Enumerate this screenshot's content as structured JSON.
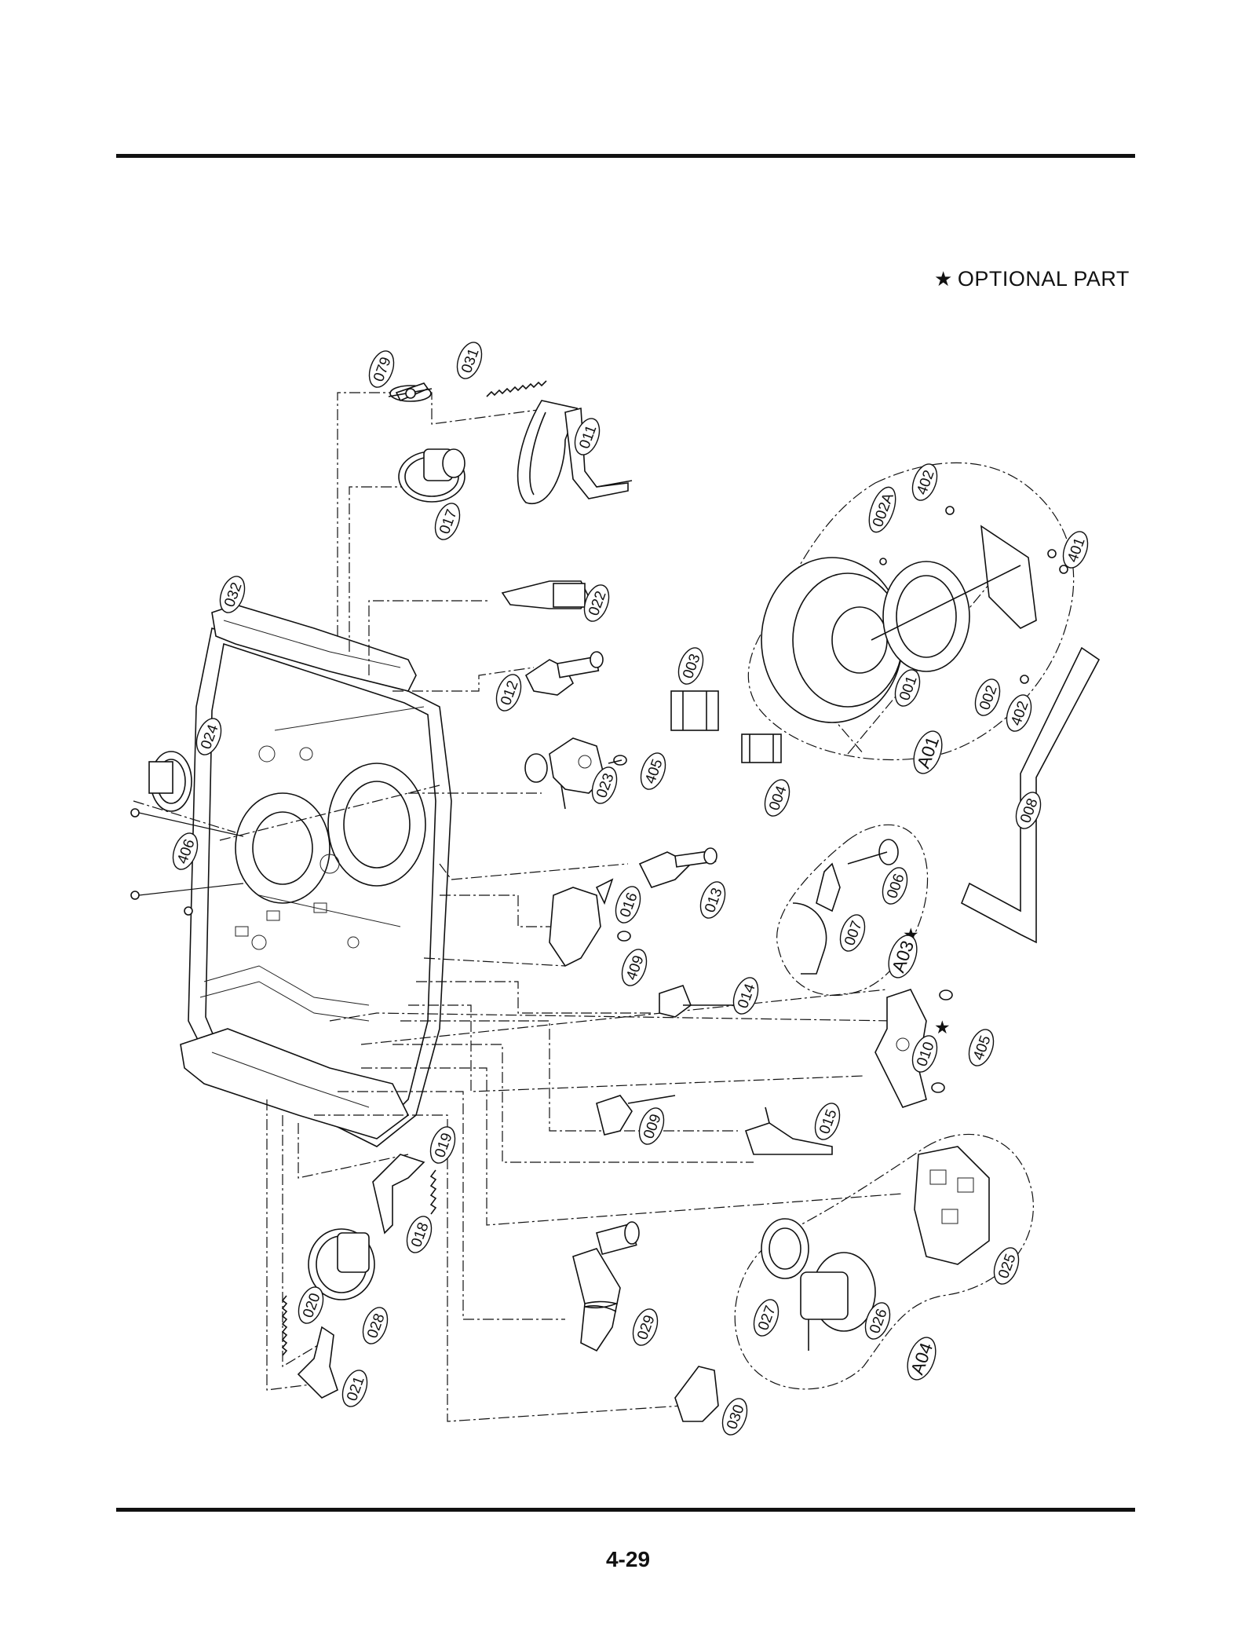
{
  "document": {
    "legend_symbol": "★",
    "legend_text": "OPTIONAL PART",
    "page_number": "4-29"
  },
  "parts": [
    {
      "id": "p079",
      "label": "079"
    },
    {
      "id": "p031",
      "label": "031"
    },
    {
      "id": "p011",
      "label": "011"
    },
    {
      "id": "p017",
      "label": "017"
    },
    {
      "id": "p402a",
      "label": "402"
    },
    {
      "id": "p002A",
      "label": "002A"
    },
    {
      "id": "p401",
      "label": "401"
    },
    {
      "id": "p032",
      "label": "032"
    },
    {
      "id": "p022",
      "label": "022"
    },
    {
      "id": "p003",
      "label": "003"
    },
    {
      "id": "p001",
      "label": "001"
    },
    {
      "id": "p002",
      "label": "002"
    },
    {
      "id": "p402b",
      "label": "402"
    },
    {
      "id": "p012",
      "label": "012"
    },
    {
      "id": "p024",
      "label": "024"
    },
    {
      "id": "p405a",
      "label": "405"
    },
    {
      "id": "p023",
      "label": "023"
    },
    {
      "id": "p004",
      "label": "004"
    },
    {
      "id": "p008",
      "label": "008"
    },
    {
      "id": "p406",
      "label": "406"
    },
    {
      "id": "p006",
      "label": "006"
    },
    {
      "id": "p013",
      "label": "013"
    },
    {
      "id": "p016",
      "label": "016"
    },
    {
      "id": "p007",
      "label": "007"
    },
    {
      "id": "p409",
      "label": "409"
    },
    {
      "id": "p014",
      "label": "014"
    },
    {
      "id": "p010",
      "label": "010"
    },
    {
      "id": "p405b",
      "label": "405"
    },
    {
      "id": "p009",
      "label": "009"
    },
    {
      "id": "p015",
      "label": "015"
    },
    {
      "id": "p019",
      "label": "019"
    },
    {
      "id": "p018",
      "label": "018"
    },
    {
      "id": "p025",
      "label": "025"
    },
    {
      "id": "p020",
      "label": "020"
    },
    {
      "id": "p028",
      "label": "028"
    },
    {
      "id": "p029",
      "label": "029"
    },
    {
      "id": "p027",
      "label": "027"
    },
    {
      "id": "p026",
      "label": "026"
    },
    {
      "id": "p021",
      "label": "021"
    },
    {
      "id": "p030",
      "label": "030"
    }
  ],
  "assemblies": [
    {
      "id": "A01",
      "label": "A01",
      "optional": false
    },
    {
      "id": "A03",
      "label": "A03",
      "optional": true
    },
    {
      "id": "A04",
      "label": "A04",
      "optional": false
    }
  ],
  "optional_marker": "★"
}
